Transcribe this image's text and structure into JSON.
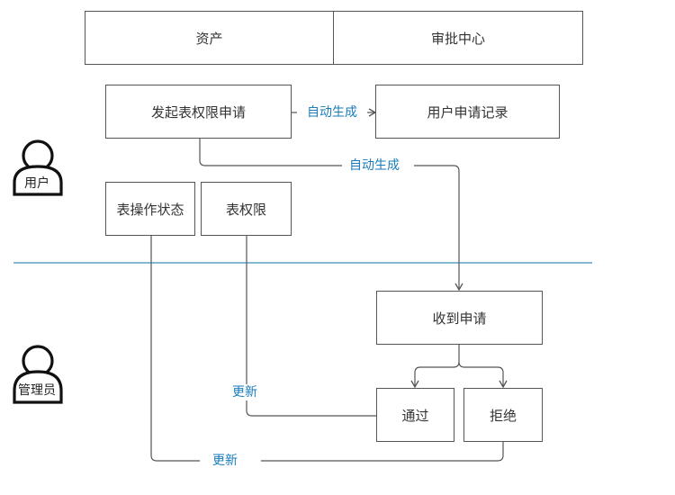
{
  "colors": {
    "line": "#555555",
    "link_text": "#1a7bb9",
    "divider": "#3a8fb7",
    "box_border": "#555555"
  },
  "header": {
    "cells": [
      "资产",
      "审批中心"
    ]
  },
  "user_section": {
    "actor_label": "用户",
    "request_box": "发起表权限申请",
    "record_box": "用户申请记录",
    "status_box": "表操作状态",
    "permission_box": "表权限",
    "auto_gen_label_1": "自动生成",
    "auto_gen_label_2": "自动生成"
  },
  "admin_section": {
    "actor_label": "管理员",
    "receive_box": "收到申请",
    "approve_box": "通过",
    "reject_box": "拒绝",
    "update_label_1": "更新",
    "update_label_2": "更新"
  },
  "icons": {
    "actor": "person-icon",
    "arrowhead": "arrow-head-icon"
  }
}
